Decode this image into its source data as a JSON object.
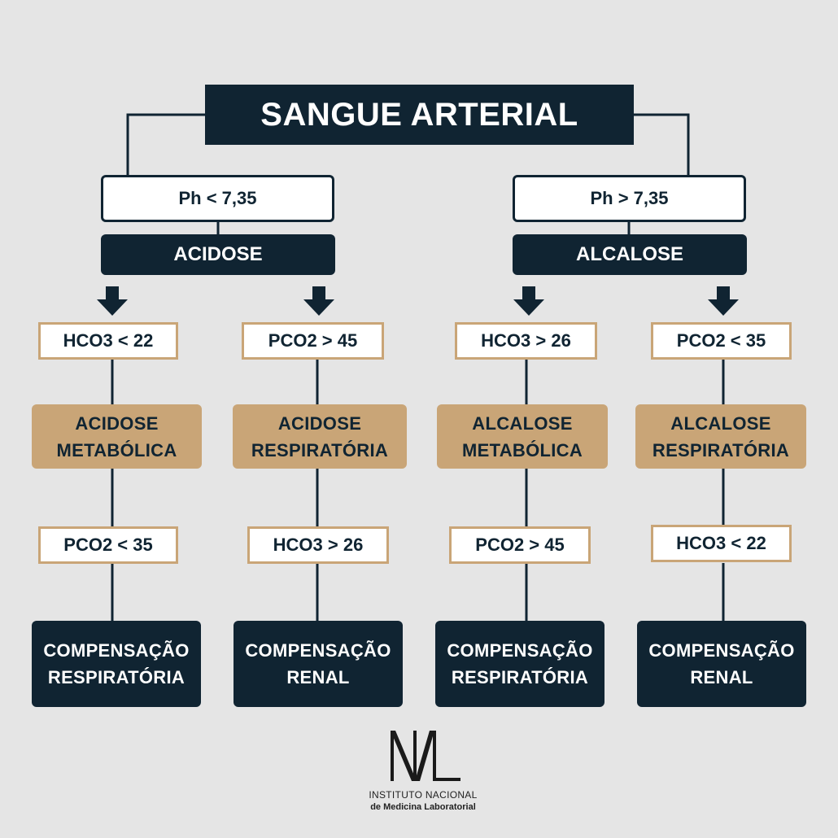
{
  "title": "SANGUE ARTERIAL",
  "branches": [
    {
      "ph": "Ph < 7,35",
      "state": "ACIDOSE",
      "sub": [
        {
          "cond": "HCO3 < 22",
          "type": [
            "ACIDOSE",
            "METABÓLICA"
          ],
          "comp_cond": "PCO2 < 35",
          "comp": [
            "COMPENSAÇÃO",
            "RESPIRATÓRIA"
          ]
        },
        {
          "cond": "PCO2 > 45",
          "type": [
            "ACIDOSE",
            "RESPIRATÓRIA"
          ],
          "comp_cond": "HCO3 > 26",
          "comp": [
            "COMPENSAÇÃO",
            "RENAL"
          ]
        }
      ]
    },
    {
      "ph": "Ph > 7,35",
      "state": "ALCALOSE",
      "sub": [
        {
          "cond": "HCO3 > 26",
          "type": [
            "ALCALOSE",
            "METABÓLICA"
          ],
          "comp_cond": "PCO2 > 45",
          "comp": [
            "COMPENSAÇÃO",
            "RESPIRATÓRIA"
          ]
        },
        {
          "cond": "PCO2 < 35",
          "type": [
            "ALCALOSE",
            "RESPIRATÓRIA"
          ],
          "comp_cond": "HCO3 < 22",
          "comp": [
            "COMPENSAÇÃO",
            "RENAL"
          ]
        }
      ]
    }
  ],
  "logo": {
    "mark": "NML",
    "line1": "INSTITUTO NACIONAL",
    "line2": "de Medicina Laboratorial"
  },
  "colors": {
    "navy": "#102432",
    "tan": "#c9a577",
    "background": "#e5e5e5",
    "white": "#ffffff"
  }
}
